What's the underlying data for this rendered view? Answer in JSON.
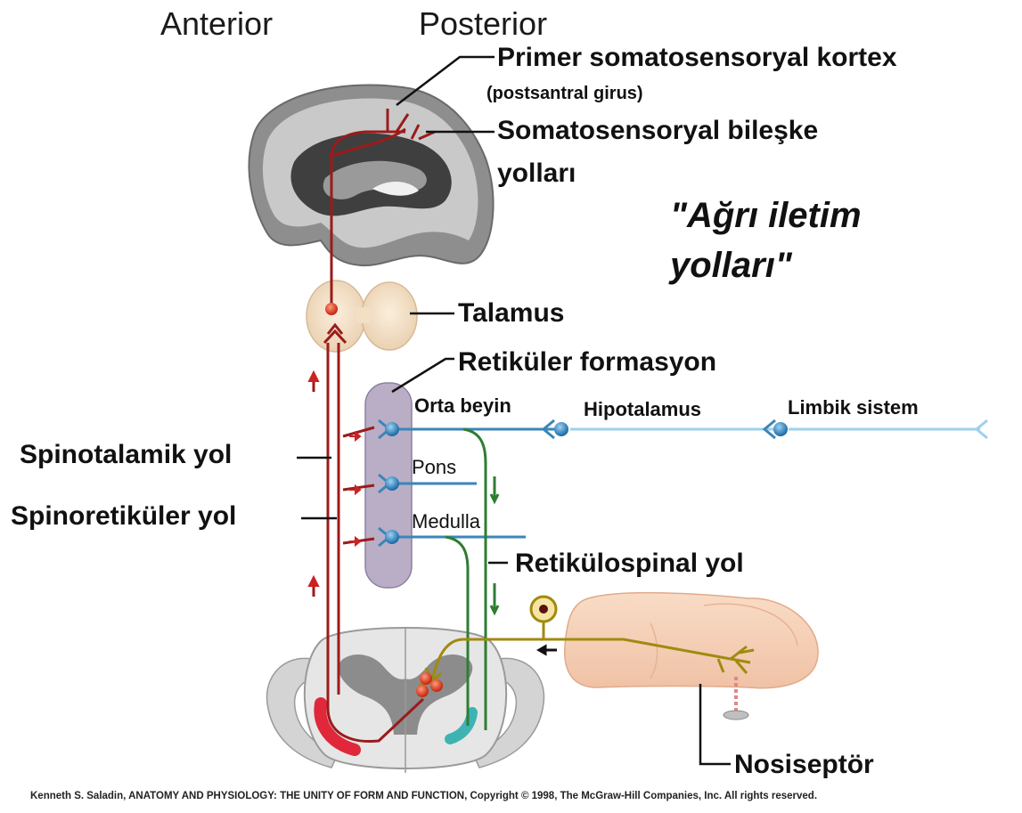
{
  "orientation": {
    "anterior": "Anterior",
    "posterior": "Posterior"
  },
  "title": {
    "line1": "\"Ağrı iletim",
    "line2": "yolları\""
  },
  "labels": {
    "primary_cortex": "Primer somatosensoryal kortex",
    "postcentral": "(postsantral girus)",
    "association_line1": "Somatosensoryal bileşke",
    "association_line2": "yolları",
    "thalamus": "Talamus",
    "reticular_formation": "Retiküler formasyon",
    "midbrain": "Orta beyin",
    "hypothalamus": "Hipotalamus",
    "limbic": "Limbik sistem",
    "pons": "Pons",
    "medulla": "Medulla",
    "spinothalamic": "Spinotalamik yol",
    "spinoreticular": "Spinoretiküler yol",
    "reticulospinal": "Retikülospinal yol",
    "nociceptor": "Nosiseptör"
  },
  "credit": "Kenneth S. Saladin, ANATOMY AND PHYSIOLOGY: THE UNITY OF FORM AND FUNCTION, Copyright © 1998, The McGraw-Hill Companies, Inc.  All rights reserved.",
  "colors": {
    "ascending_pathway": "#9b1b1b",
    "reticular_fibers": "#3a86b8",
    "descending_pathway": "#2e7d32",
    "sensory_neuron": "#a08a10",
    "reticular_formation": "#b9aec6",
    "thalamus": "#f2dcc0",
    "brain": "#8a8a8a"
  }
}
